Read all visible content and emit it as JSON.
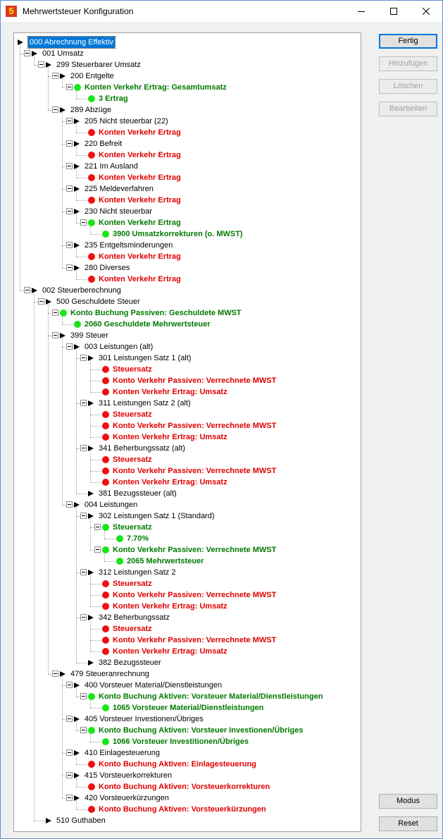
{
  "window": {
    "title": "Mehrwertsteuer Konfiguration",
    "app_icon_glyph": "5"
  },
  "buttons": {
    "fertig": "Fertig",
    "hinzufuegen": "Hinzufügen",
    "loeschen": "Löschen",
    "bearbeiten": "Bearbeiten",
    "modus": "Modus",
    "reset": "Reset"
  },
  "tree": [
    {
      "depth": 0,
      "kind": "folder",
      "text": "000 Abrechnung Effektiv",
      "expander": false,
      "selected": true
    },
    {
      "depth": 1,
      "kind": "folder",
      "text": "001 Umsatz",
      "expander": true
    },
    {
      "depth": 2,
      "kind": "folder",
      "text": "299 Steuerbarer Umsatz",
      "expander": true
    },
    {
      "depth": 3,
      "kind": "folder",
      "text": "200 Entgelte",
      "expander": true
    },
    {
      "depth": 4,
      "kind": "green",
      "text": "Konten Verkehr Ertrag: Gesamtumsatz",
      "expander": true
    },
    {
      "depth": 5,
      "kind": "green",
      "text": "3 Ertrag",
      "expander": false
    },
    {
      "depth": 3,
      "kind": "folder",
      "text": "289 Abzüge",
      "expander": true
    },
    {
      "depth": 4,
      "kind": "folder",
      "text": "205 Nicht steuerbar (22)",
      "expander": true
    },
    {
      "depth": 5,
      "kind": "red",
      "text": "Konten Verkehr Ertrag",
      "expander": false
    },
    {
      "depth": 4,
      "kind": "folder",
      "text": "220 Befreit",
      "expander": true
    },
    {
      "depth": 5,
      "kind": "red",
      "text": "Konten Verkehr Ertrag",
      "expander": false
    },
    {
      "depth": 4,
      "kind": "folder",
      "text": "221 Im Ausland",
      "expander": true
    },
    {
      "depth": 5,
      "kind": "red",
      "text": "Konten Verkehr Ertrag",
      "expander": false
    },
    {
      "depth": 4,
      "kind": "folder",
      "text": "225 Meldeverfahren",
      "expander": true
    },
    {
      "depth": 5,
      "kind": "red",
      "text": "Konten Verkehr Ertrag",
      "expander": false
    },
    {
      "depth": 4,
      "kind": "folder",
      "text": "230 Nicht steuerbar",
      "expander": true
    },
    {
      "depth": 5,
      "kind": "green",
      "text": "Konten Verkehr Ertrag",
      "expander": true
    },
    {
      "depth": 6,
      "kind": "green",
      "text": "3900 Umsatzkorrekturen (o. MWST)",
      "expander": false
    },
    {
      "depth": 4,
      "kind": "folder",
      "text": "235 Entgeltsminderungen",
      "expander": true
    },
    {
      "depth": 5,
      "kind": "red",
      "text": "Konten Verkehr Ertrag",
      "expander": false
    },
    {
      "depth": 4,
      "kind": "folder",
      "text": "280 Diverses",
      "expander": true
    },
    {
      "depth": 5,
      "kind": "red",
      "text": "Konten Verkehr Ertrag",
      "expander": false
    },
    {
      "depth": 1,
      "kind": "folder",
      "text": "002 Steuerberechnung",
      "expander": true
    },
    {
      "depth": 2,
      "kind": "folder",
      "text": "500 Geschuldete Steuer",
      "expander": true
    },
    {
      "depth": 3,
      "kind": "green",
      "text": "Konto Buchung Passiven: Geschuldete MWST",
      "expander": true
    },
    {
      "depth": 4,
      "kind": "green",
      "text": "2060 Geschuldete Mehrwertsteuer",
      "expander": false
    },
    {
      "depth": 3,
      "kind": "folder",
      "text": "399 Steuer",
      "expander": true
    },
    {
      "depth": 4,
      "kind": "folder",
      "text": "003 Leistungen (alt)",
      "expander": true
    },
    {
      "depth": 5,
      "kind": "folder",
      "text": "301 Leistungen Satz 1 (alt)",
      "expander": true
    },
    {
      "depth": 6,
      "kind": "red",
      "text": "Steuersatz",
      "expander": false
    },
    {
      "depth": 6,
      "kind": "red",
      "text": "Konto Verkehr Passiven: Verrechnete MWST",
      "expander": false
    },
    {
      "depth": 6,
      "kind": "red",
      "text": "Konten Verkehr Ertrag: Umsatz",
      "expander": false
    },
    {
      "depth": 5,
      "kind": "folder",
      "text": "311 Leistungen Satz 2 (alt)",
      "expander": true
    },
    {
      "depth": 6,
      "kind": "red",
      "text": "Steuersatz",
      "expander": false
    },
    {
      "depth": 6,
      "kind": "red",
      "text": "Konto Verkehr Passiven: Verrechnete MWST",
      "expander": false
    },
    {
      "depth": 6,
      "kind": "red",
      "text": "Konten Verkehr Ertrag: Umsatz",
      "expander": false
    },
    {
      "depth": 5,
      "kind": "folder",
      "text": "341 Beherbungssatz (alt)",
      "expander": true
    },
    {
      "depth": 6,
      "kind": "red",
      "text": "Steuersatz",
      "expander": false
    },
    {
      "depth": 6,
      "kind": "red",
      "text": "Konto Verkehr Passiven: Verrechnete MWST",
      "expander": false
    },
    {
      "depth": 6,
      "kind": "red",
      "text": "Konten Verkehr Ertrag: Umsatz",
      "expander": false
    },
    {
      "depth": 5,
      "kind": "folder",
      "text": "381 Bezugssteuer (alt)",
      "expander": false
    },
    {
      "depth": 4,
      "kind": "folder",
      "text": "004 Leistungen",
      "expander": true
    },
    {
      "depth": 5,
      "kind": "folder",
      "text": "302 Leistungen Satz 1 (Standard)",
      "expander": true
    },
    {
      "depth": 6,
      "kind": "green",
      "text": "Steuersatz",
      "expander": true
    },
    {
      "depth": 7,
      "kind": "green",
      "text": "7.70%",
      "expander": false
    },
    {
      "depth": 6,
      "kind": "green",
      "text": "Konto Verkehr Passiven: Verrechnete MWST",
      "expander": true
    },
    {
      "depth": 7,
      "kind": "green",
      "text": "2065 Mehrwertsteuer",
      "expander": false
    },
    {
      "depth": 5,
      "kind": "folder",
      "text": "312 Leistungen Satz 2",
      "expander": true
    },
    {
      "depth": 6,
      "kind": "red",
      "text": "Steuersatz",
      "expander": false
    },
    {
      "depth": 6,
      "kind": "red",
      "text": "Konto Verkehr Passiven: Verrechnete MWST",
      "expander": false
    },
    {
      "depth": 6,
      "kind": "red",
      "text": "Konten Verkehr Ertrag: Umsatz",
      "expander": false
    },
    {
      "depth": 5,
      "kind": "folder",
      "text": "342 Beherbungssatz",
      "expander": true
    },
    {
      "depth": 6,
      "kind": "red",
      "text": "Steuersatz",
      "expander": false
    },
    {
      "depth": 6,
      "kind": "red",
      "text": "Konto Verkehr Passiven: Verrechnete MWST",
      "expander": false
    },
    {
      "depth": 6,
      "kind": "red",
      "text": "Konten Verkehr Ertrag: Umsatz",
      "expander": false
    },
    {
      "depth": 5,
      "kind": "folder",
      "text": "382 Bezugssteuer",
      "expander": false
    },
    {
      "depth": 3,
      "kind": "folder",
      "text": "479 Steueranrechnung",
      "expander": true
    },
    {
      "depth": 4,
      "kind": "folder",
      "text": "400 Vorsteuer Material/Dienstleistungen",
      "expander": true
    },
    {
      "depth": 5,
      "kind": "green",
      "text": "Konto Buchung Aktiven: Vorsteuer Material/Dienstleistungen",
      "expander": true
    },
    {
      "depth": 6,
      "kind": "green",
      "text": "1065 Vorsteuer Material/Dienstleistungen",
      "expander": false
    },
    {
      "depth": 4,
      "kind": "folder",
      "text": "405 Vorsteuer Investionen/Übriges",
      "expander": true
    },
    {
      "depth": 5,
      "kind": "green",
      "text": "Konto Buchung Aktiven: Vorsteuer Investionen/Übriges",
      "expander": true
    },
    {
      "depth": 6,
      "kind": "green",
      "text": "1066 Vorsteuer Investitionen/Übriges",
      "expander": false
    },
    {
      "depth": 4,
      "kind": "folder",
      "text": "410 Einlagesteuerung",
      "expander": true
    },
    {
      "depth": 5,
      "kind": "red",
      "text": "Konto Buchung Aktiven: Einlagesteuerung",
      "expander": false
    },
    {
      "depth": 4,
      "kind": "folder",
      "text": "415 Vorsteuerkorrekturen",
      "expander": true
    },
    {
      "depth": 5,
      "kind": "red",
      "text": "Konto Buchung Aktiven: Vorsteuerkorrekturen",
      "expander": false
    },
    {
      "depth": 4,
      "kind": "folder",
      "text": "420 Vorsteuerkürzungen",
      "expander": true
    },
    {
      "depth": 5,
      "kind": "red",
      "text": "Konto Buchung Aktiven: Vorsteuerkürzungen",
      "expander": false
    },
    {
      "depth": 2,
      "kind": "folder",
      "text": "510 Guthaben",
      "expander": false
    }
  ]
}
